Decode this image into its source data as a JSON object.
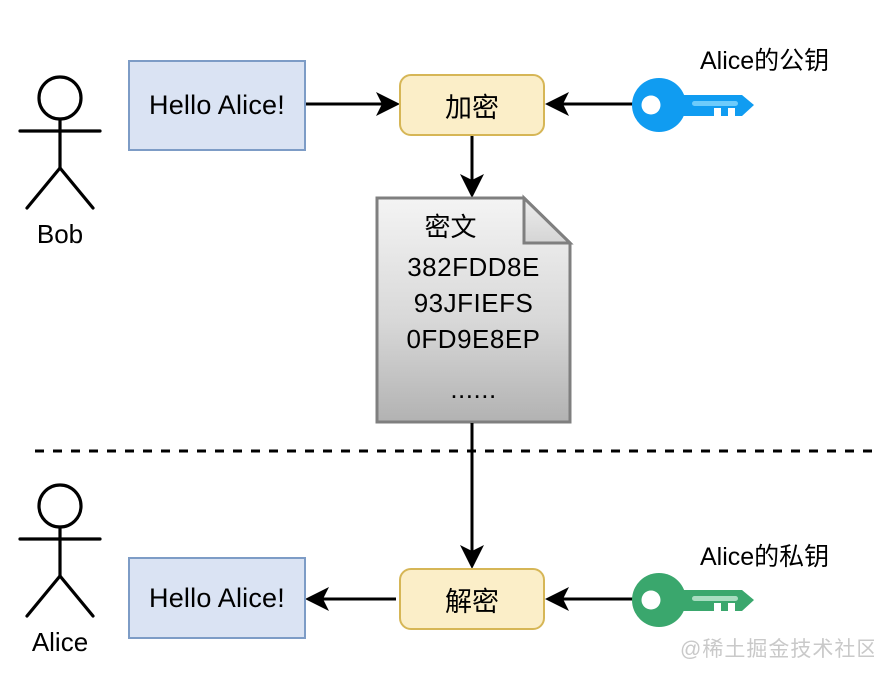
{
  "diagram": {
    "title_semantics": "asymmetric-encryption-flow",
    "background_color": "#ffffff",
    "divider": {
      "name": "dashed-divider",
      "style": "dashed",
      "color": "#000000"
    }
  },
  "top_section": {
    "actor": {
      "name": "Bob",
      "label": "Bob"
    },
    "message_box": {
      "label": "Hello Alice!",
      "fill": "#dae3f3",
      "stroke": "#7d9cc6"
    },
    "operation_box": {
      "label": "加密",
      "fill": "#fbeec8",
      "stroke": "#d6b656"
    },
    "key": {
      "label": "Alice的公钥",
      "color": "#109cf1",
      "icon": "key-icon"
    }
  },
  "ciphertext_document": {
    "title": "密文",
    "lines": [
      "382FDD8E",
      "93JFIEFS",
      "0FD9E8EP",
      "......"
    ],
    "fill_top": "#f2f2f2",
    "fill_bottom": "#b3b3b3",
    "stroke": "#808080"
  },
  "bottom_section": {
    "actor": {
      "name": "Alice",
      "label": "Alice"
    },
    "message_box": {
      "label": "Hello Alice!",
      "fill": "#dae3f3",
      "stroke": "#7d9cc6"
    },
    "operation_box": {
      "label": "解密",
      "fill": "#fbeec8",
      "stroke": "#d6b656"
    },
    "key": {
      "label": "Alice的私钥",
      "color": "#3aa76d",
      "icon": "key-icon"
    }
  },
  "watermark": {
    "text": "@稀土掘金技术社区",
    "color": "#c9c9c9"
  }
}
